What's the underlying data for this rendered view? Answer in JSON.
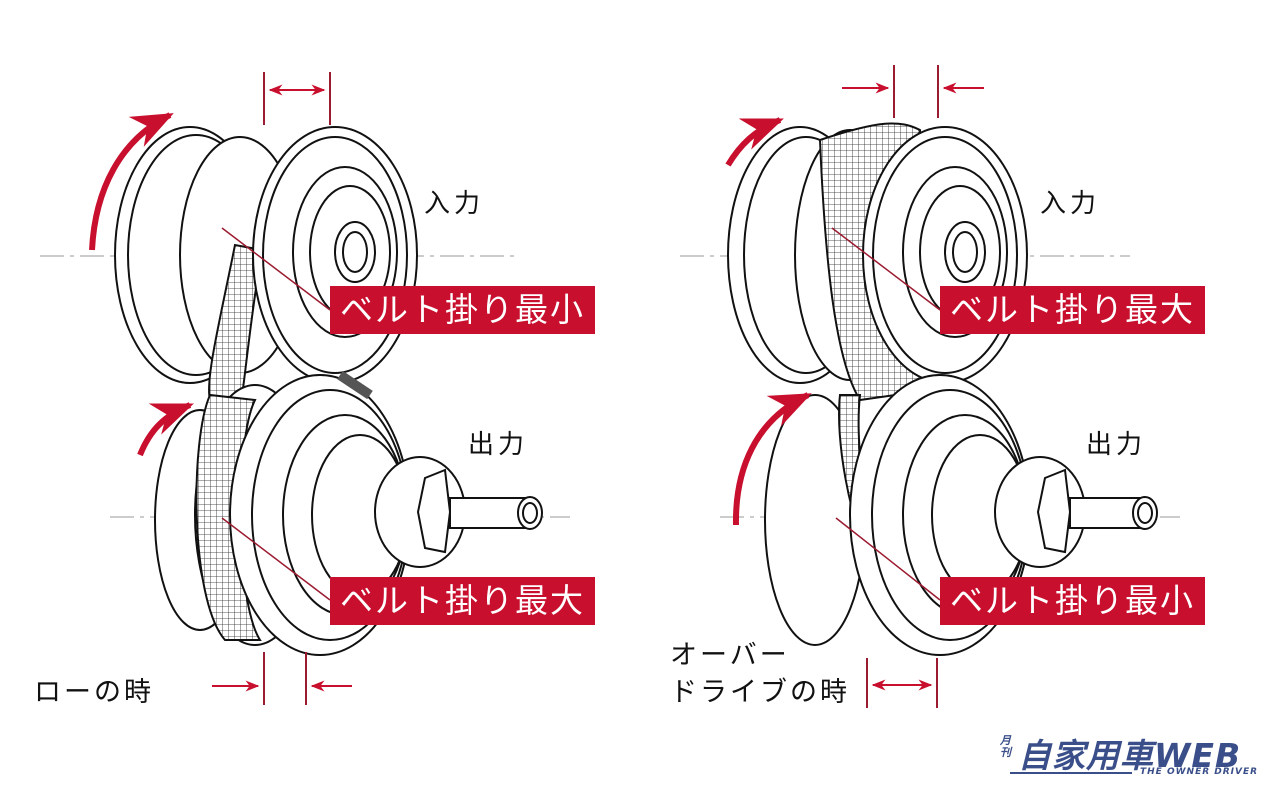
{
  "diagram": {
    "title": "CVT belt and pulley: low vs overdrive",
    "colors": {
      "accent": "#c8102e",
      "line": "#111111",
      "logo": "#3a4f8a",
      "background": "#ffffff"
    },
    "left_panel": {
      "state_caption": "ローの時",
      "input_label": "入力",
      "output_label": "出力",
      "input_pulley_callout": "ベルト掛り最小",
      "output_pulley_callout": "ベルト掛り最大",
      "top_gap_indicator": "wide (outward double arrow)",
      "bottom_gap_indicator": "narrow (inward arrows)"
    },
    "right_panel": {
      "state_caption_line1": "オーバー",
      "state_caption_line2": "ドライブの時",
      "input_label": "入力",
      "output_label": "出力",
      "input_pulley_callout": "ベルト掛り最大",
      "output_pulley_callout": "ベルト掛り最小",
      "top_gap_indicator": "narrow (inward arrows)",
      "bottom_gap_indicator": "wide (outward double arrow)"
    },
    "logo": {
      "small": "月刊",
      "main": "自家用車WEB",
      "sub": "THE OWNER DRIVER"
    }
  }
}
